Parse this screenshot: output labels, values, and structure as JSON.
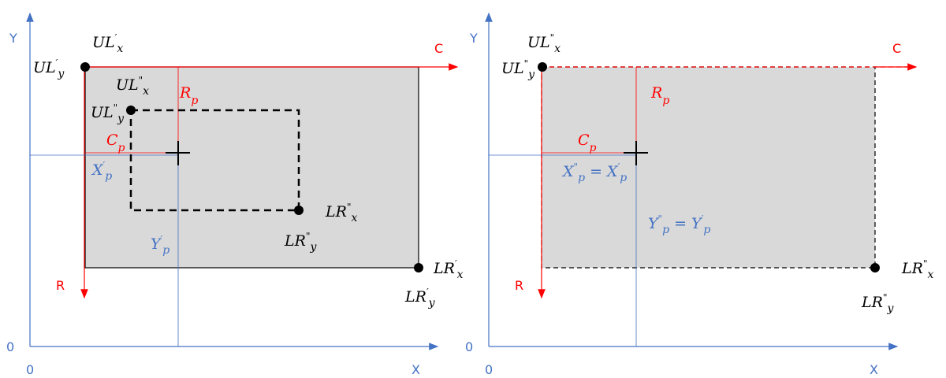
{
  "colors": {
    "axis": "#4472c4",
    "image_axis": "#ff0000",
    "fill": "#d9d9d9",
    "ink": "#000000"
  },
  "left": {
    "axis_y": "Y",
    "axis_x": "X",
    "origin_y": "0",
    "origin_x": "0",
    "axis_c": "C",
    "axis_r": "R",
    "labels": {
      "ul1x": {
        "b": "UL",
        "sup": "′",
        "sub": "x"
      },
      "ul1y": {
        "b": "UL",
        "sup": "′",
        "sub": "y"
      },
      "ul2x": {
        "b": "UL",
        "sup": "\"",
        "sub": "x"
      },
      "ul2y": {
        "b": "UL",
        "sup": "\"",
        "sub": "y"
      },
      "rp": {
        "b": "R",
        "sub": "p"
      },
      "cp": {
        "b": "C",
        "sub": "p"
      },
      "xp": {
        "b": "X",
        "sup": "′",
        "sub": "p"
      },
      "yp": {
        "b": "Y",
        "sup": "′",
        "sub": "p"
      },
      "lr2x": {
        "b": "LR",
        "sup": "\"",
        "sub": "x"
      },
      "lr2y": {
        "b": "LR",
        "sup": "\"",
        "sub": "y"
      },
      "lr1x": {
        "b": "LR",
        "sup": "′",
        "sub": "x"
      },
      "lr1y": {
        "b": "LR",
        "sup": "′",
        "sub": "y"
      }
    }
  },
  "right": {
    "axis_y": "Y",
    "axis_x": "X",
    "origin_y": "0",
    "origin_x": "0",
    "axis_c": "C",
    "axis_r": "R",
    "labels": {
      "ul2x": {
        "b": "UL",
        "sup": "\"",
        "sub": "x"
      },
      "ul2y": {
        "b": "UL",
        "sup": "\"",
        "sub": "y"
      },
      "rp": {
        "b": "R",
        "sub": "p"
      },
      "cp": {
        "b": "C",
        "sub": "p"
      },
      "xeq": {
        "b": "X",
        "sup": "\"",
        "sub": "p",
        "eq": " = X",
        "sup2": "′",
        "sub2": "p"
      },
      "yeq": {
        "b": "Y",
        "sup": "\"",
        "sub": "p",
        "eq": " = Y",
        "sup2": "′",
        "sub2": "p"
      },
      "lr2x": {
        "b": "LR",
        "sup": "\"",
        "sub": "x"
      },
      "lr2y": {
        "b": "LR",
        "sup": "\"",
        "sub": "y"
      }
    }
  }
}
